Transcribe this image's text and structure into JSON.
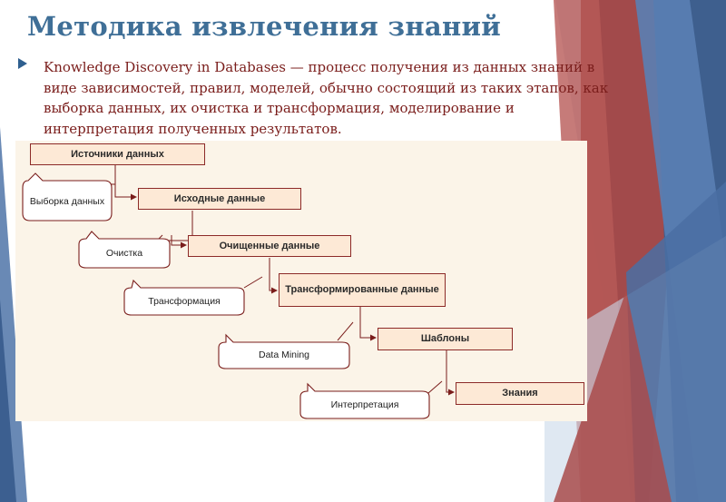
{
  "slide": {
    "title": "Методика извлечения знаний",
    "bullet": "Knowledge Discovery in Databases — процесс получения из данных знаний в виде зависимостей, правил, моделей, обычно состоящий из таких этапов, как выборка данных, их очистка и трансформация, моделирование и интерпретация полученных результатов.",
    "accent_colors": {
      "title": "#3f6f97",
      "text": "#7a1d1b",
      "box_border": "#8c2a28",
      "box_fill": "#fde9d6",
      "red_band": "#9b3a3a",
      "blue_band": "#4f74a8"
    }
  },
  "diagram": {
    "stages": [
      {
        "label": "Источники данных"
      },
      {
        "label": "Исходные данные"
      },
      {
        "label": "Очищенные данные"
      },
      {
        "label": "Трансформированные данные"
      },
      {
        "label": "Шаблоны"
      },
      {
        "label": "Знания"
      }
    ],
    "processes": [
      {
        "label": "Выборка данных"
      },
      {
        "label": "Очистка"
      },
      {
        "label": "Трансформация"
      },
      {
        "label": "Data Mining"
      },
      {
        "label": "Интерпретация"
      }
    ]
  }
}
